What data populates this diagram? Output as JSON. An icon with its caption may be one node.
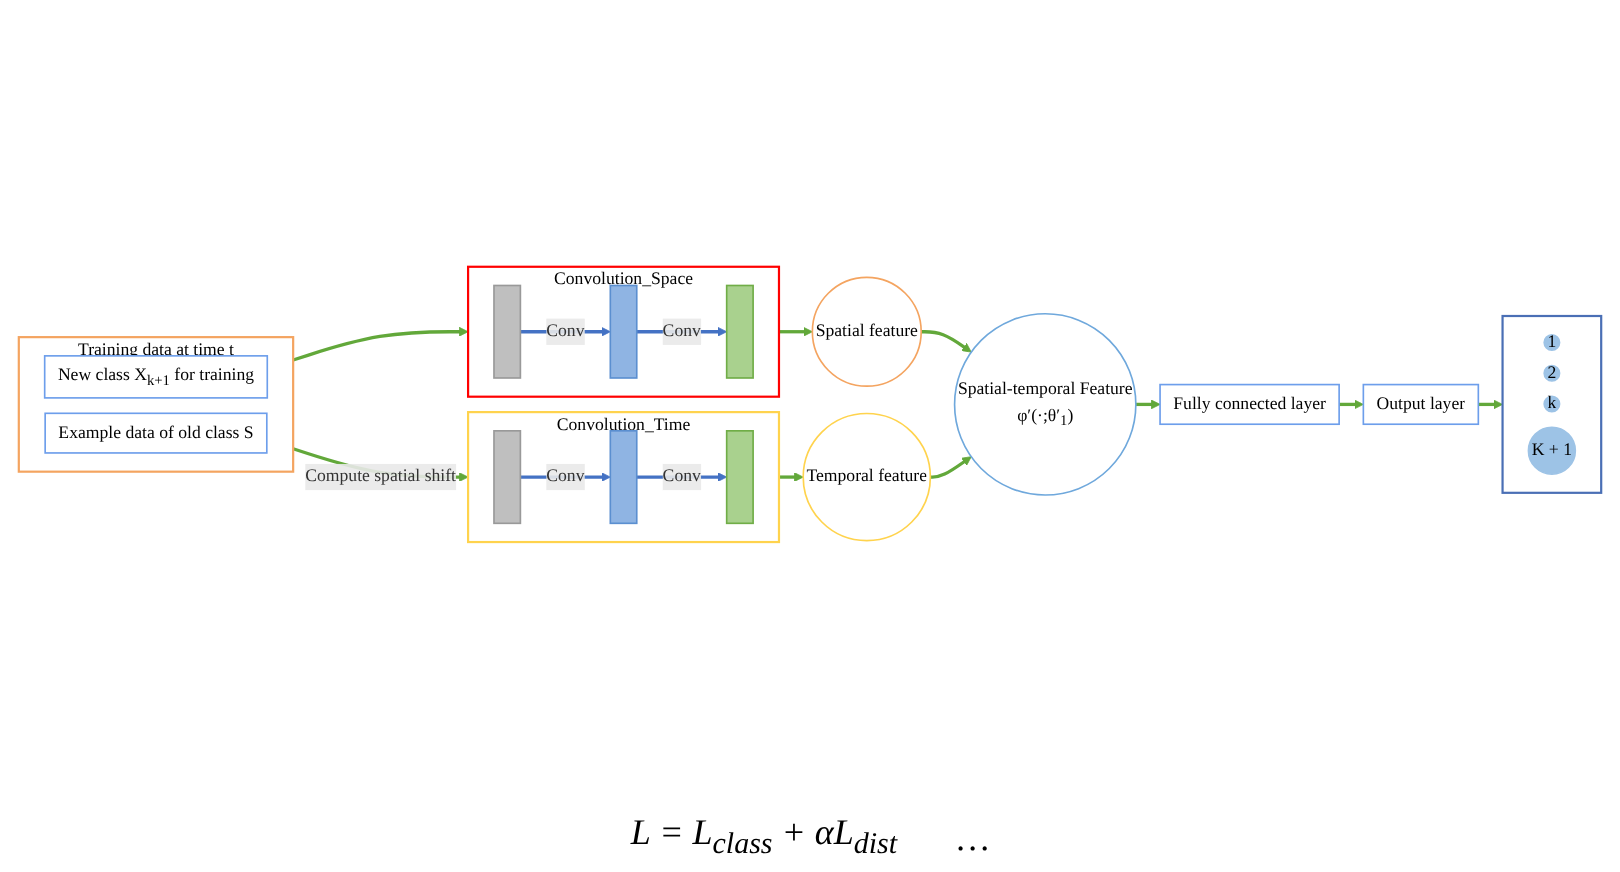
{
  "diagram": {
    "nodes": [
      {
        "text": [
          "Training data at time t"
        ]
      },
      {
        "text": [
          "New class X$_{k+1}$ for training"
        ],
        "in": 0
      },
      {
        "text": [
          "Example data of old class S"
        ],
        "in": 0
      },
      {
        "text": [
          "Convolution_Space"
        ]
      },
      {
        "text": [],
        "shape": "box",
        "in": 3
      },
      {
        "text": [],
        "shape": "box",
        "in": 3
      },
      {
        "text": [],
        "shape": "box",
        "in": 3
      },
      {
        "text": [
          "Convolution_Time"
        ]
      },
      {
        "text": [],
        "shape": "box",
        "in": 7
      },
      {
        "text": [],
        "shape": "box",
        "in": 7
      },
      {
        "text": [],
        "shape": "box",
        "in": 7
      },
      {
        "text": [
          "Spatial feature"
        ]
      },
      {
        "text": [
          "Temporal feature"
        ]
      },
      {
        "text": [
          "Spatial-temporal Feature",
          "φ′(·;θ′$_{1}$)"
        ]
      },
      {
        "text": [
          "Fully connected layer"
        ]
      },
      {
        "text": [
          "Output layer"
        ]
      },
      {
        "text": [],
        "shape": "box"
      },
      {
        "text": [
          "1"
        ],
        "in": 16
      },
      {
        "text": [
          "2"
        ],
        "in": 16
      },
      {
        "text": [
          "k"
        ],
        "in": 16
      },
      {
        "text": [
          "K + 1"
        ],
        "in": 16
      }
    ],
    "edges": [
      {
        "from": 0,
        "to": 3,
        "arrow": "to"
      },
      {
        "from": 0,
        "to": 7,
        "arrow": "to",
        "label": "Compute spatial shift"
      },
      {
        "from": 4,
        "to": 5,
        "arrow": "to",
        "label": "Conv",
        "color": "#4472c4"
      },
      {
        "from": 5,
        "to": 6,
        "arrow": "to",
        "label": "Conv",
        "color": "#4472c4"
      },
      {
        "from": 8,
        "to": 9,
        "arrow": "to",
        "label": "Conv",
        "color": "#4472c4"
      },
      {
        "from": 9,
        "to": 10,
        "arrow": "to",
        "label": "Conv",
        "color": "#4472c4"
      },
      {
        "from": 3,
        "to": 11,
        "arrow": "to"
      },
      {
        "from": 7,
        "to": 12,
        "arrow": "to"
      },
      {
        "from": 11,
        "to": 13,
        "arrow": "to"
      },
      {
        "from": 12,
        "to": 13,
        "arrow": "to"
      },
      {
        "from": 13,
        "to": 14,
        "arrow": "to"
      },
      {
        "from": 14,
        "to": 15,
        "arrow": "to"
      },
      {
        "from": 15,
        "to": 16,
        "arrow": "to"
      }
    ],
    "labels": [
      "L = L$_{class}$ + αL$_{dist}$",
      "…"
    ]
  }
}
